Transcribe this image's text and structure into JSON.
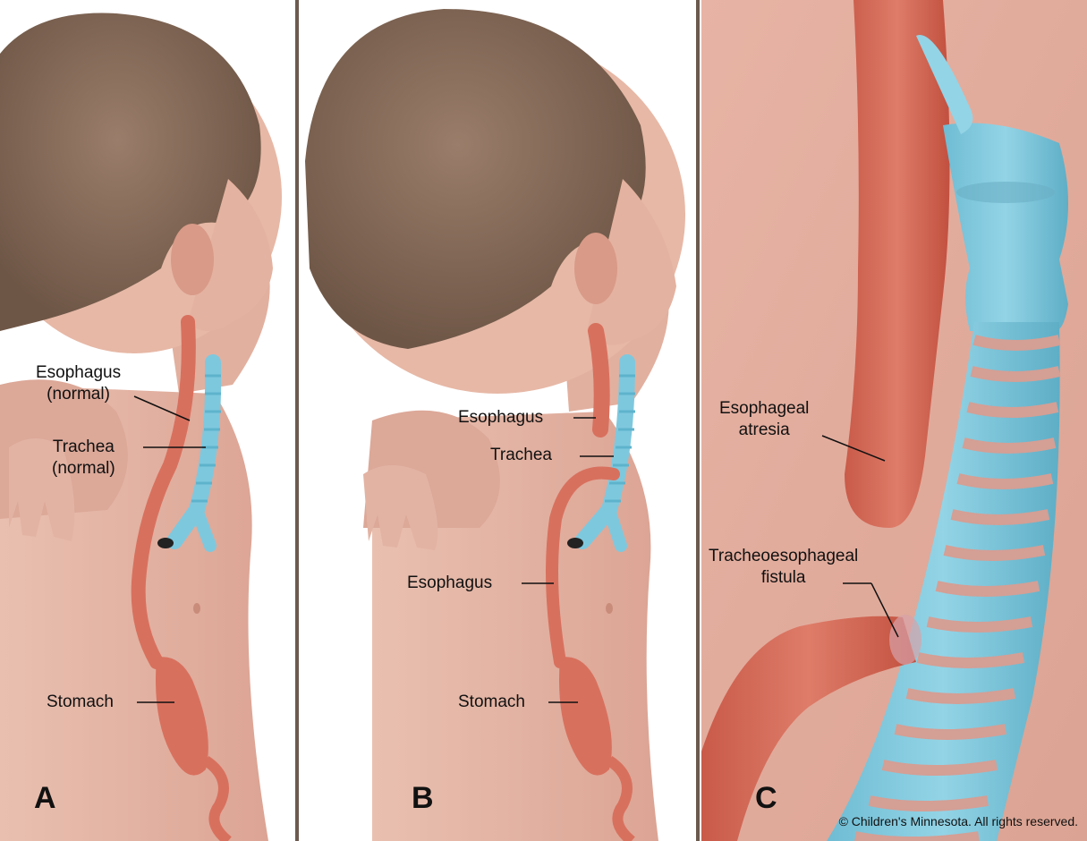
{
  "panels": {
    "a": {
      "letter": "A",
      "labels": {
        "esophagus_line1": "Esophagus",
        "esophagus_line2": "(normal)",
        "trachea_line1": "Trachea",
        "trachea_line2": "(normal)",
        "stomach": "Stomach"
      }
    },
    "b": {
      "letter": "B",
      "labels": {
        "esophagus_upper": "Esophagus",
        "trachea": "Trachea",
        "esophagus_lower": "Esophagus",
        "stomach": "Stomach"
      }
    },
    "c": {
      "letter": "C",
      "labels": {
        "atresia_line1": "Esophageal",
        "atresia_line2": "atresia",
        "fistula_line1": "Tracheoesophageal",
        "fistula_line2": "fistula"
      },
      "copyright": "© Children's Minnesota. All rights reserved."
    }
  },
  "colors": {
    "skin": "#e8b9a8",
    "skin_shadow": "#d59f8e",
    "hair": "#8a6e5c",
    "esophagus": "#d8705e",
    "trachea": "#7ec8de",
    "trachea_ring": "#5eb3cc",
    "divider": "#6b5a4e"
  }
}
